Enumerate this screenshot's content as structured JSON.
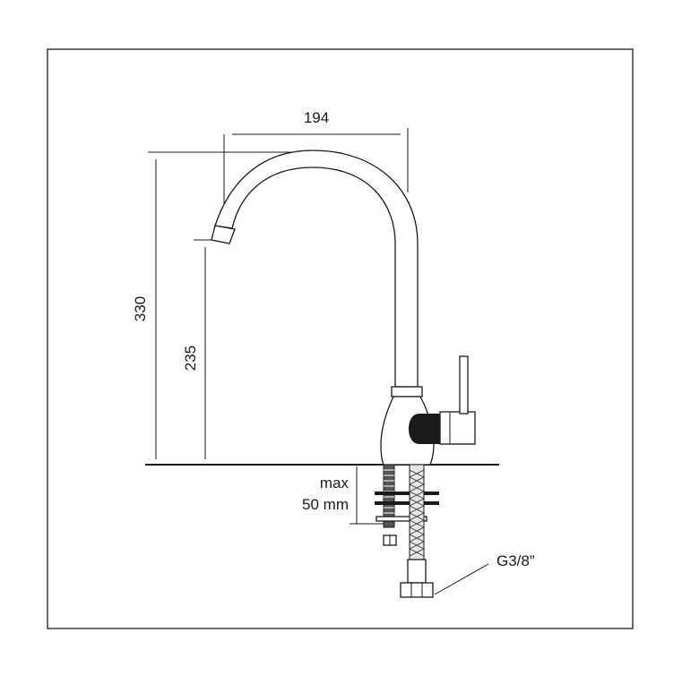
{
  "dimensions": {
    "reach": "194",
    "total_height": "330",
    "spout_height": "235",
    "counter_thickness_line1": "max",
    "counter_thickness_line2": "50 mm",
    "connection_thread": "G3/8”"
  }
}
